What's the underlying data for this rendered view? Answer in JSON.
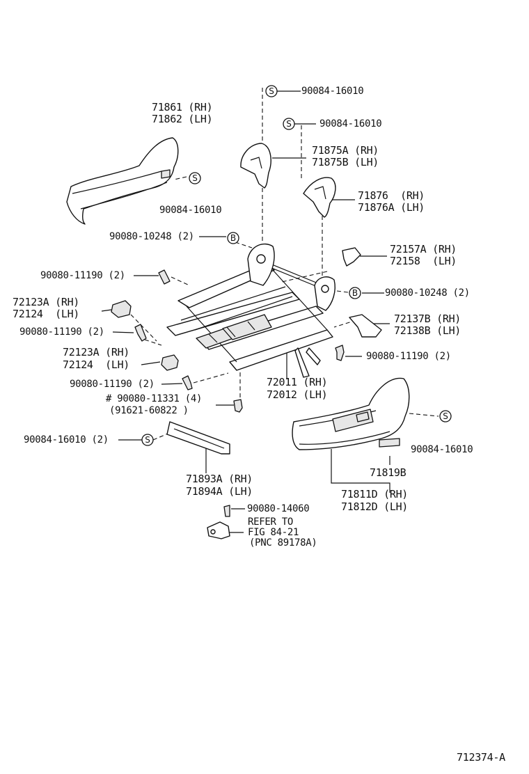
{
  "diagram_id": "712374-A",
  "markers": {
    "screw": "S",
    "bolt": "B"
  },
  "labels": {
    "s_top": "90084-16010",
    "s_top2": "90084-16010",
    "shield_rh_a": "71861 (RH)",
    "shield_lh_a": "71862 (LH)",
    "s_left": "90084-16010",
    "cover_a_rh": "71875A (RH)",
    "cover_a_lh": "71875B (LH)",
    "cover_b_rh": "71876  (RH)",
    "cover_b_lh": "71876A (LH)",
    "bolt_b_left": "90080-10248 (2)",
    "bolt_b_right": "90080-10248 (2)",
    "knob_rh": "72157A (RH)",
    "knob_lh": "72158  (LH)",
    "bolt_1": "90080-11190 (2)",
    "cap1_rh": "72123A (RH)",
    "cap1_lh": "72124  (LH)",
    "bolt_2": "90080-11190 (2)",
    "cap2_rh": "72123A (RH)",
    "cap2_lh": "72124  (LH)",
    "bolt_3": "90080-11190 (2)",
    "bracket_rh": "72137B (RH)",
    "bracket_lh": "72138B (LH)",
    "bolt_4": "90080-11190 (2)",
    "adjuster_rh": "72011 (RH)",
    "adjuster_lh": "72012 (LH)",
    "bolt_5a": "# 90080-11331 (4)",
    "bolt_5b": "(91621-60822 )",
    "screw_plate": "90084-16010 (2)",
    "s_right": "90084-16010",
    "plate_rh": "71893A (RH)",
    "plate_lh": "71894A (LH)",
    "emblem": "71819B",
    "shield2_rh": "71811D (RH)",
    "shield2_lh": "71812D (LH)",
    "screw_switch": "90080-14060",
    "refer_1": "REFER TO",
    "refer_2": "FIG 84-21",
    "refer_3": "(PNC 89178A)"
  }
}
